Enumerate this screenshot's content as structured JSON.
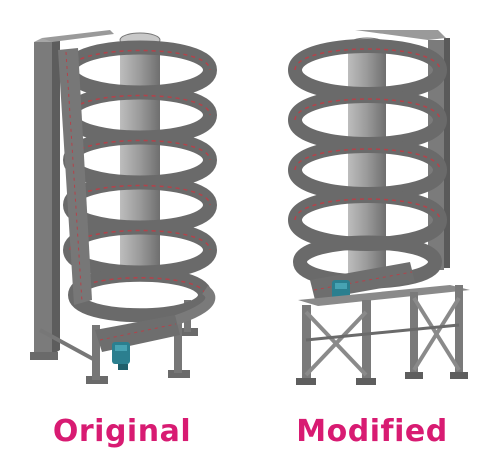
{
  "labels": {
    "original": "Original",
    "modified": "Modified"
  },
  "colors": {
    "caption": "#d81b72",
    "metal": "#8f8f8f",
    "metal_dark": "#5f5f5f",
    "belt": "#6e6e6e",
    "belt_red": "#b4424a",
    "motor": "#2b7f8f"
  },
  "icons": {
    "left": "spiral-conveyor-original",
    "right": "spiral-conveyor-modified"
  }
}
